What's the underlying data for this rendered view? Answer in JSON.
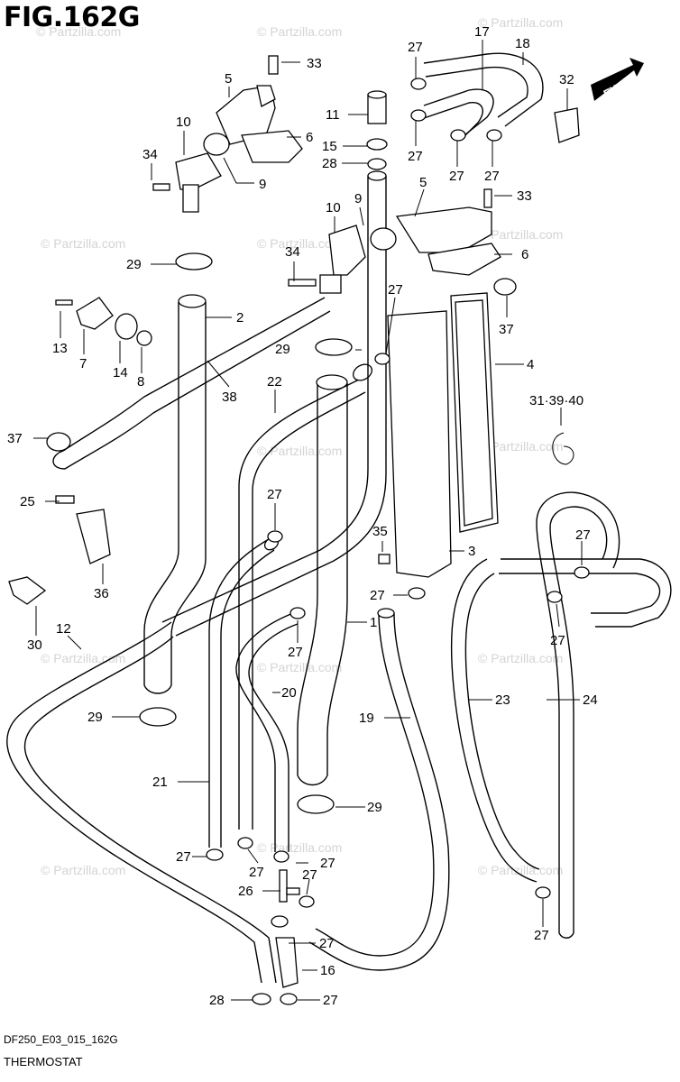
{
  "figure": {
    "title": "FIG.162G",
    "code": "DF250_E03_015_162G",
    "name": "THERMOSTAT",
    "direction_label": "FWD",
    "watermark": "© Partzilla.com"
  },
  "callouts": [
    {
      "id": "c33a",
      "text": "33"
    },
    {
      "id": "c5a",
      "text": "5"
    },
    {
      "id": "c10a",
      "text": "10"
    },
    {
      "id": "c6a",
      "text": "6"
    },
    {
      "id": "c34a",
      "text": "34"
    },
    {
      "id": "c9a",
      "text": "9"
    },
    {
      "id": "c29a",
      "text": "29"
    },
    {
      "id": "c2",
      "text": "2"
    },
    {
      "id": "c13",
      "text": "13"
    },
    {
      "id": "c7",
      "text": "7"
    },
    {
      "id": "c14",
      "text": "14"
    },
    {
      "id": "c8",
      "text": "8"
    },
    {
      "id": "c38",
      "text": "38"
    },
    {
      "id": "c37a",
      "text": "37"
    },
    {
      "id": "c25",
      "text": "25"
    },
    {
      "id": "c36",
      "text": "36"
    },
    {
      "id": "c30",
      "text": "30"
    },
    {
      "id": "c12",
      "text": "12"
    },
    {
      "id": "c29b",
      "text": "29"
    },
    {
      "id": "c21",
      "text": "21"
    },
    {
      "id": "c27a",
      "text": "27"
    },
    {
      "id": "c28a",
      "text": "28"
    },
    {
      "id": "c27b",
      "text": "27"
    },
    {
      "id": "c17",
      "text": "17"
    },
    {
      "id": "c18",
      "text": "18"
    },
    {
      "id": "c32",
      "text": "32"
    },
    {
      "id": "c11",
      "text": "11"
    },
    {
      "id": "c27c",
      "text": "27"
    },
    {
      "id": "c15",
      "text": "15"
    },
    {
      "id": "c28b",
      "text": "28"
    },
    {
      "id": "c27d",
      "text": "27"
    },
    {
      "id": "c27e",
      "text": "27"
    },
    {
      "id": "c27f",
      "text": "27"
    },
    {
      "id": "c10b",
      "text": "10"
    },
    {
      "id": "c9b",
      "text": "9"
    },
    {
      "id": "c5b",
      "text": "5"
    },
    {
      "id": "c33b",
      "text": "33"
    },
    {
      "id": "c6b",
      "text": "6"
    },
    {
      "id": "c34b",
      "text": "34"
    },
    {
      "id": "c27g",
      "text": "27"
    },
    {
      "id": "c37b",
      "text": "37"
    },
    {
      "id": "c29c",
      "text": "29"
    },
    {
      "id": "c4",
      "text": "4"
    },
    {
      "id": "c22",
      "text": "22"
    },
    {
      "id": "c31",
      "text": "31·39·40"
    },
    {
      "id": "c27h",
      "text": "27"
    },
    {
      "id": "c35",
      "text": "35"
    },
    {
      "id": "c3",
      "text": "3"
    },
    {
      "id": "c27i",
      "text": "27"
    },
    {
      "id": "c27j",
      "text": "27"
    },
    {
      "id": "c1",
      "text": "1"
    },
    {
      "id": "c27k",
      "text": "27"
    },
    {
      "id": "c20",
      "text": "20"
    },
    {
      "id": "c19",
      "text": "19"
    },
    {
      "id": "c23",
      "text": "23"
    },
    {
      "id": "c24",
      "text": "24"
    },
    {
      "id": "c29d",
      "text": "29"
    },
    {
      "id": "c27l",
      "text": "27"
    },
    {
      "id": "c27m",
      "text": "27"
    },
    {
      "id": "c27n",
      "text": "27"
    },
    {
      "id": "c26",
      "text": "26"
    },
    {
      "id": "c27o",
      "text": "27"
    },
    {
      "id": "c16",
      "text": "16"
    },
    {
      "id": "c27p",
      "text": "27"
    },
    {
      "id": "c27q",
      "text": "27"
    }
  ]
}
